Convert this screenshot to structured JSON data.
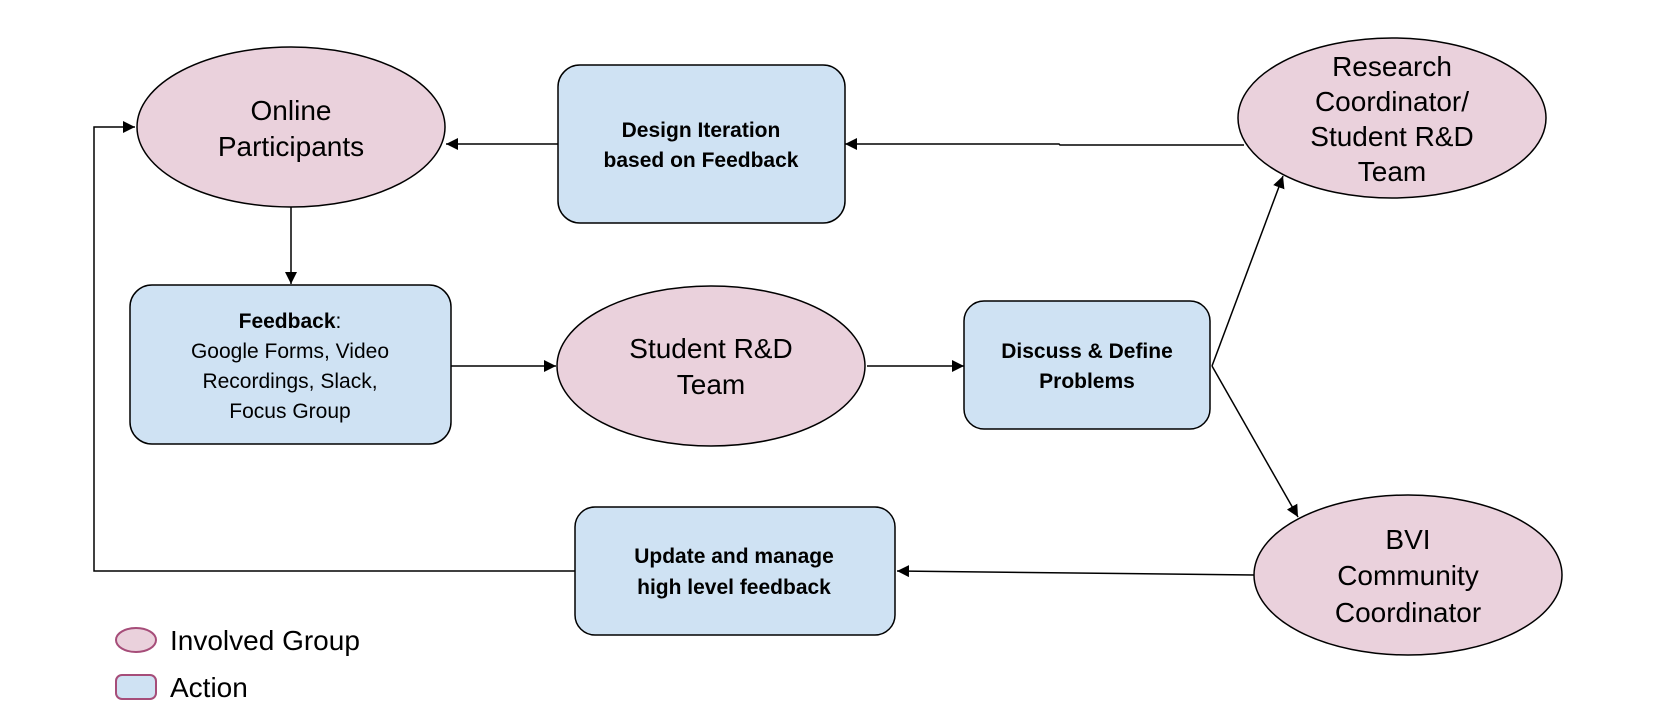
{
  "nodes": {
    "online_participants": {
      "lines": [
        "Online",
        "Participants"
      ]
    },
    "design_iteration": {
      "lines": [
        "Design Iteration",
        "based on Feedback"
      ]
    },
    "research_coordinator": {
      "lines": [
        "Research",
        "Coordinator/",
        "Student R&D",
        "Team"
      ]
    },
    "feedback": {
      "title": "Feedback",
      "title_suffix": ":",
      "lines": [
        "Google Forms, Video",
        "Recordings, Slack,",
        "Focus Group"
      ]
    },
    "student_team": {
      "lines": [
        "Student R&D",
        "Team"
      ]
    },
    "discuss_define": {
      "lines": [
        "Discuss & Define",
        "Problems"
      ]
    },
    "update_manage": {
      "lines": [
        "Update and manage",
        "high level feedback"
      ]
    },
    "bvi_coordinator": {
      "lines": [
        "BVI",
        "Community",
        "Coordinator"
      ]
    }
  },
  "legend": {
    "group_label": "Involved Group",
    "action_label": "Action"
  },
  "colors": {
    "group_fill": "#ead1dc",
    "action_fill": "#cfe2f3",
    "legend_stroke": "#a64d79",
    "line": "#000000"
  }
}
